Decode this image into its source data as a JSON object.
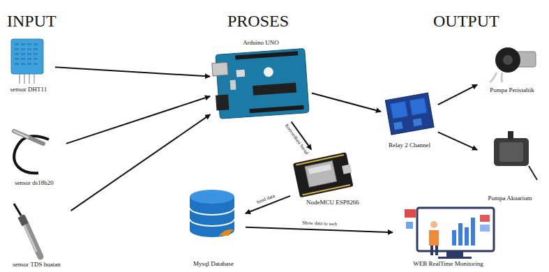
{
  "diagram": {
    "nodes": [
      {
        "text": [
          "sensor DHT11"
        ]
      },
      {
        "text": [
          "sensor ds18b20"
        ]
      },
      {
        "text": [
          "sensor TDS buatan"
        ]
      },
      {
        "text": [
          "Arduino UNO"
        ]
      },
      {
        "text": [
          "NodeMCU ESP8266"
        ]
      },
      {
        "text": [
          "Mysql Database"
        ]
      },
      {
        "text": [
          "Relay 2 Channel"
        ]
      },
      {
        "text": [
          "Pompa Peristaltik"
        ]
      },
      {
        "text": [
          "Pompa Akuarium"
        ]
      },
      {
        "text": [
          "WEB RealTime Monitoring"
        ]
      }
    ],
    "edges": [
      {
        "from": 0,
        "to": 3,
        "arrow": "to"
      },
      {
        "from": 1,
        "to": 3,
        "arrow": "to"
      },
      {
        "from": 2,
        "to": 3,
        "arrow": "to"
      },
      {
        "from": 3,
        "to": 6,
        "arrow": "to"
      },
      {
        "from": 3,
        "to": 4,
        "label": "Komunikasi Serial",
        "arrow": "to"
      },
      {
        "from": 4,
        "to": 5,
        "label": "Send data",
        "arrow": "to"
      },
      {
        "from": 5,
        "to": 9,
        "label": "Show data to web",
        "arrow": "to"
      },
      {
        "from": 6,
        "to": 7,
        "arrow": "to"
      },
      {
        "from": 6,
        "to": 8,
        "arrow": "to"
      }
    ],
    "labels": [
      "INPUT",
      "PROSES",
      "OUTPUT"
    ]
  }
}
